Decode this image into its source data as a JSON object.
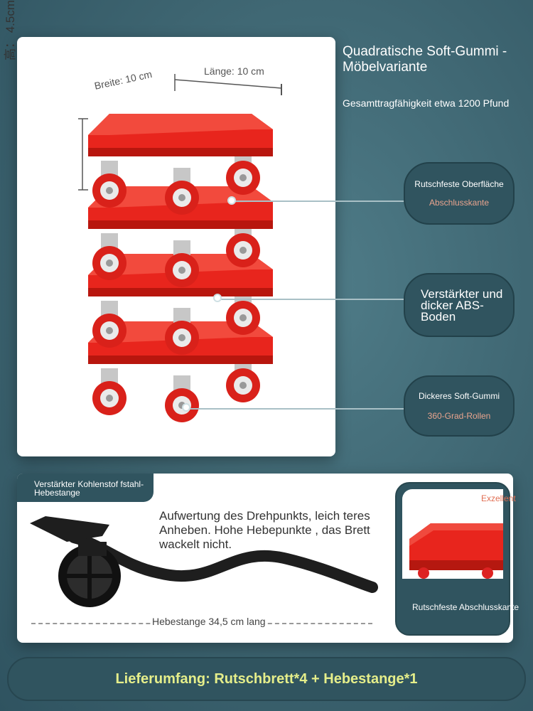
{
  "header": {
    "title": "Quadratische Soft-Gummi -Möbelvariante",
    "capacity": "Gesamttragfähigkeit etwa 1200 Pfund"
  },
  "dimensions": {
    "width": "Breite: 10 cm",
    "length": "Länge: 10 cm",
    "height": "高： 4.5cm"
  },
  "callouts": [
    {
      "line1": "Rutschfeste Oberfläche",
      "line2": "Abschlusskante"
    },
    {
      "line1": "Verstärkter und dicker ABS-Boden"
    },
    {
      "line1": "Dickeres Soft-Gummi",
      "line2": "360-Grad-Rollen"
    }
  ],
  "lever": {
    "tag": "Verstärkter Kohlenstof fstahl-Hebestange",
    "description": "Aufwertung des Drehpunkts, leich teres Anheben. Hohe Hebepunkte , das Brett wackelt nicht.",
    "measure": "Hebestange 34,5 cm lang"
  },
  "inset": {
    "badge": "Exzellent",
    "caption": "Rutschfeste Abschlusskante"
  },
  "footer": {
    "text": "Lieferumfang: Rutschbrett*4 + Hebestange*1"
  },
  "colors": {
    "background": "#3e6672",
    "panel": "#30545f",
    "product_red": "#e8251d",
    "accent_text": "#e5ee8a",
    "callout_orange": "#e9a48e"
  }
}
